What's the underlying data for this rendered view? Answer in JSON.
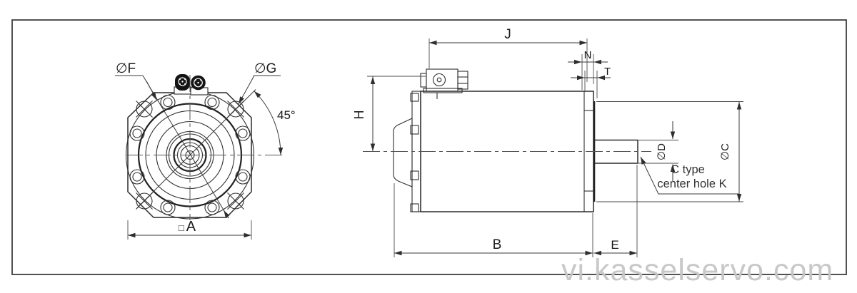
{
  "drawing": {
    "type": "servo-motor-dimension-drawing",
    "watermark": "vi.kasselservo.com",
    "front_view": {
      "labels": {
        "flange_diameter": "∅F",
        "corner_hole_diameter": "∅G",
        "corner_hole_angle": "45°",
        "square_symbol": "□",
        "square_size": "A"
      }
    },
    "side_view": {
      "labels": {
        "connector_to_flange_length": "J",
        "flange_thickness": "N",
        "pilot_depth": "T",
        "center_to_top_height": "H",
        "body_length": "B",
        "shaft_length": "E",
        "shaft_diameter": "∅D",
        "pilot_diameter": "∅C"
      },
      "shaft_note": {
        "line1": "C type",
        "line2": "center hole K"
      }
    }
  }
}
